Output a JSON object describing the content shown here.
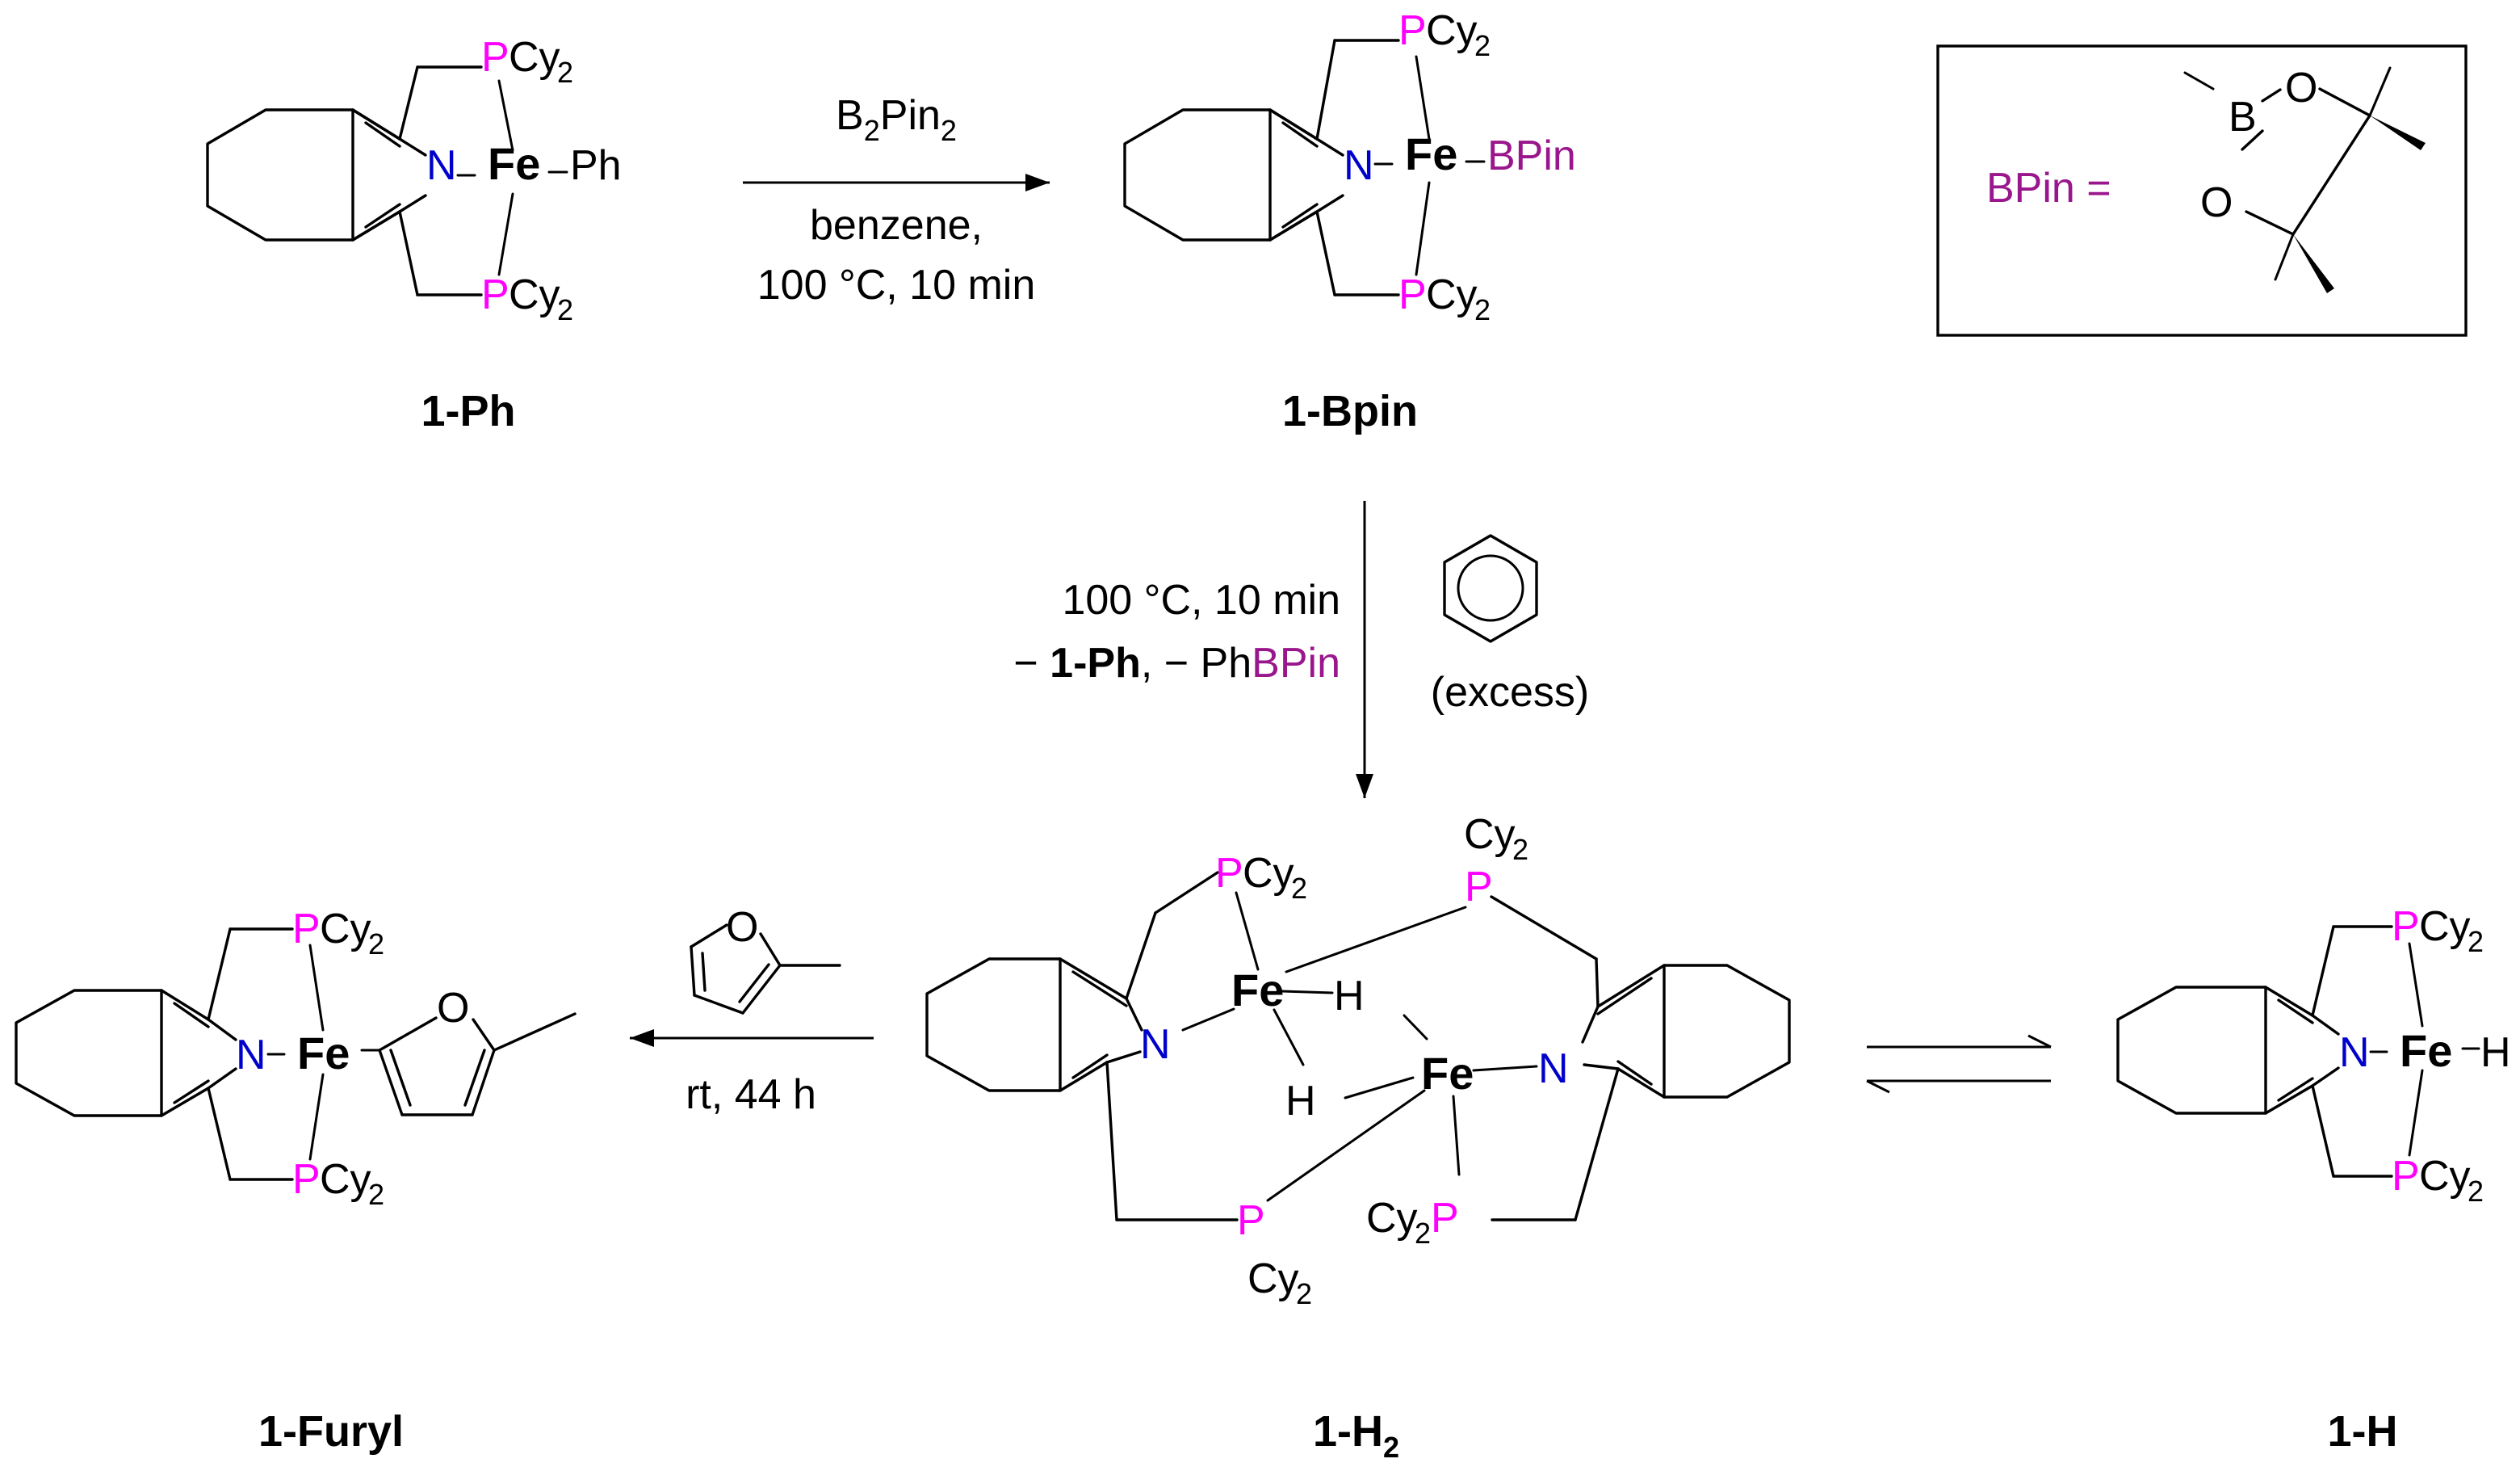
{
  "compounds": {
    "ph": {
      "label": "1-Ph",
      "P": "P",
      "Cy": "Cy",
      "two": "2",
      "N": "N",
      "Fe": "Fe",
      "ligand": "Ph"
    },
    "bpin": {
      "label": "1-Bpin",
      "P": "P",
      "Cy": "Cy",
      "two": "2",
      "N": "N",
      "Fe": "Fe",
      "ligand": "BPin"
    },
    "h2": {
      "label": "1-H",
      "label_sub": "2",
      "P": "P",
      "Cy": "Cy",
      "two": "2",
      "N": "N",
      "Fe": "Fe",
      "H": "H"
    },
    "h": {
      "label": "1-H",
      "P": "P",
      "Cy": "Cy",
      "two": "2",
      "N": "N",
      "Fe": "Fe",
      "H": "H"
    },
    "furyl": {
      "label": "1-Furyl",
      "P": "P",
      "Cy": "Cy",
      "two": "2",
      "N": "N",
      "Fe": "Fe",
      "O": "O"
    }
  },
  "legend": {
    "label": "BPin =",
    "B": "B",
    "O": "O"
  },
  "reactions": {
    "step1": {
      "reagent": "B",
      "reagent_sub1": "2",
      "reagent_mid": "Pin",
      "reagent_sub2": "2",
      "solvent": "benzene,",
      "conditions": "100 °C, 10 min"
    },
    "step2": {
      "conditions": "100 °C, 10 min",
      "loss_prefix": "− ",
      "loss_compound": "1-Ph",
      "loss_mid": ", − Ph",
      "loss_bpin": "BPin",
      "additive_note": "(excess)"
    },
    "step3": {
      "conditions": "rt, 44 h"
    }
  },
  "colors": {
    "phosphorus": "#ff00ff",
    "nitrogen": "#0000cc",
    "boron_pinacolate": "#99168c",
    "bond": "#000000"
  }
}
